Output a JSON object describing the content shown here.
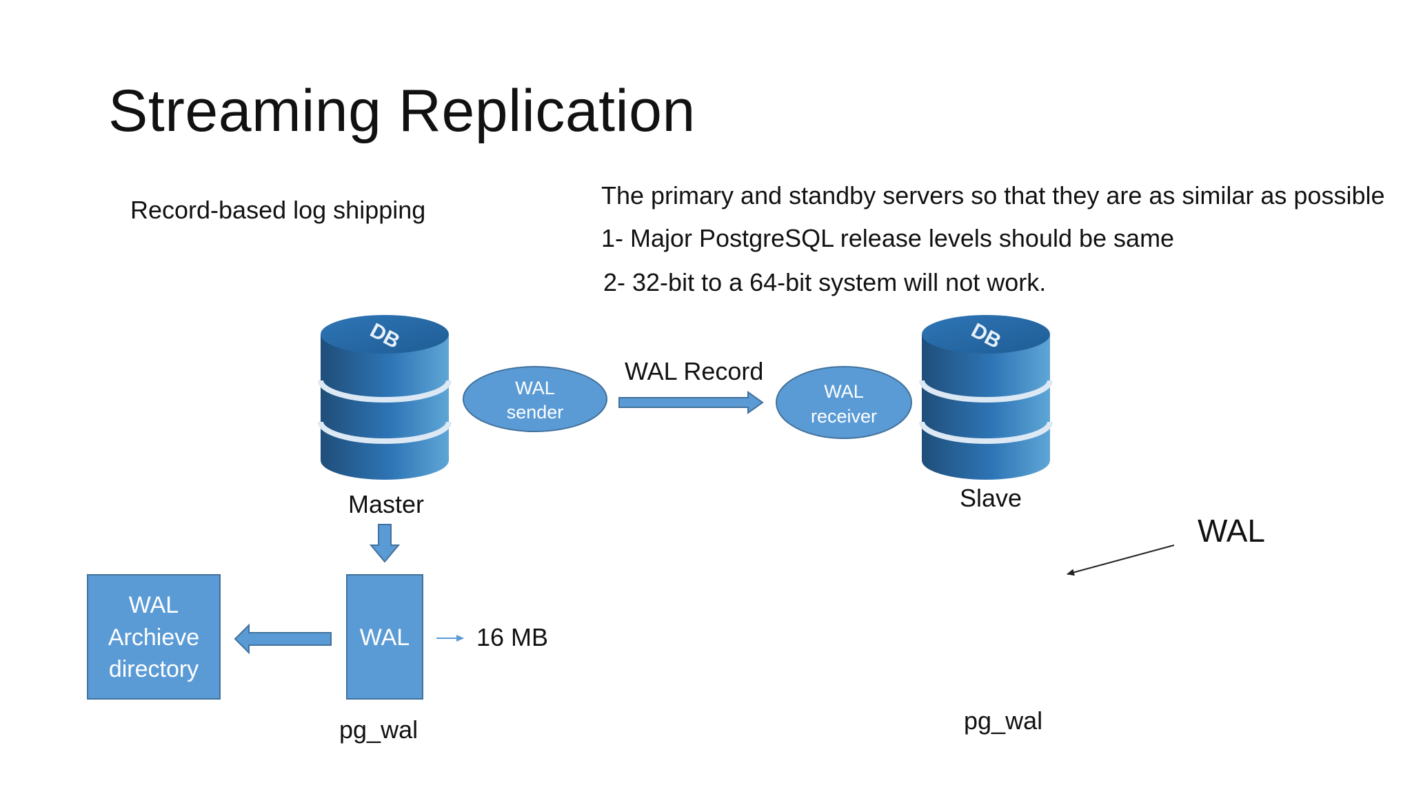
{
  "slide": {
    "title": "Streaming Replication",
    "subtitle": "Record-based log shipping",
    "notes": [
      "The primary and standby servers so that they are as similar as possible",
      "1- Major PostgreSQL release levels should be same",
      "2- 32-bit to a 64-bit system will not work."
    ]
  },
  "diagram": {
    "master": {
      "db_label": "DB",
      "caption": "Master"
    },
    "slave": {
      "db_label": "DB",
      "caption": "Slave"
    },
    "wal_sender": {
      "line1": "WAL",
      "line2": "sender"
    },
    "wal_receiver": {
      "line1": "WAL",
      "line2": "receiver"
    },
    "wal_record_label": "WAL Record",
    "archive_box": {
      "line1": "WAL",
      "line2": "Archieve",
      "line3": "directory"
    },
    "wal_box_label": "WAL",
    "size_label": "16 MB",
    "master_dir": "pg_wal",
    "slave_dir": "pg_wal",
    "wal_annotation": "WAL"
  },
  "colors": {
    "shape_fill": "#5b9bd5",
    "shape_stroke": "#41719c",
    "db_dark": "#1f4e79",
    "db_light": "#5fa6d6"
  }
}
